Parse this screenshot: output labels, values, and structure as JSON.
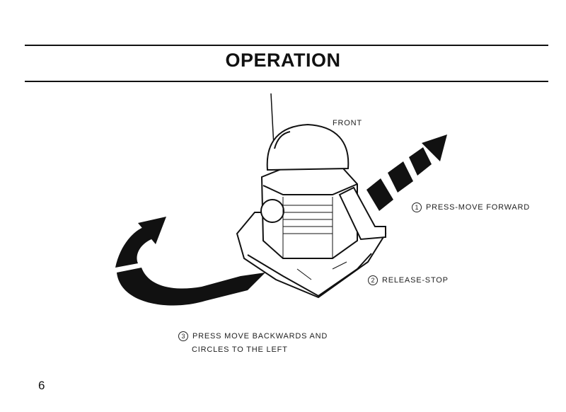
{
  "title": "OPERATION",
  "front_label": "FRONT",
  "steps": [
    {
      "number": "1",
      "text": "PRESS-MOVE FORWARD"
    },
    {
      "number": "2",
      "text": "RELEASE-STOP"
    },
    {
      "number": "3",
      "text": "PRESS MOVE BACKWARDS AND",
      "text_line2": "CIRCLES TO THE LEFT"
    }
  ],
  "page_number": "6"
}
